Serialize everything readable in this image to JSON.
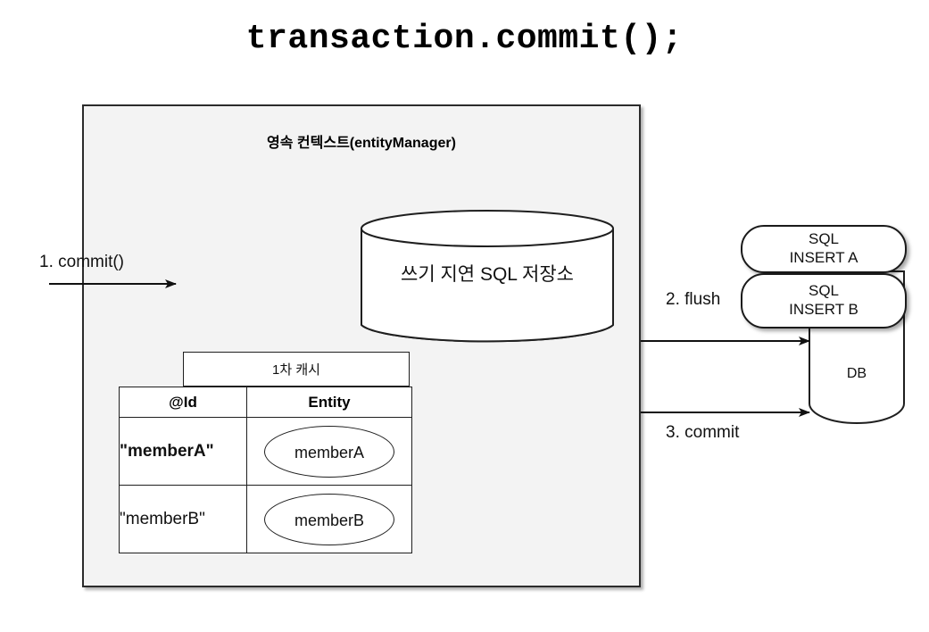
{
  "title": "transaction.commit();",
  "persistence_context": {
    "label": "영속 컨텍스트(entityManager)",
    "write_behind_store": {
      "label": "쓰기 지연 SQL 저장소"
    },
    "first_level_cache": {
      "caption": "1차 캐시",
      "columns": [
        "@Id",
        "Entity"
      ],
      "rows": [
        {
          "id": "\"memberA\"",
          "entity": "memberA",
          "emphasis": "bold"
        },
        {
          "id": "\"memberB\"",
          "entity": "memberB",
          "emphasis": "normal"
        }
      ]
    }
  },
  "database": {
    "label": "DB",
    "statements": [
      {
        "line1": "SQL",
        "line2": "INSERT A"
      },
      {
        "line1": "SQL",
        "line2": "INSERT B"
      }
    ]
  },
  "flow": {
    "steps": [
      {
        "label": "1. commit()"
      },
      {
        "label": "2. flush"
      },
      {
        "label": "3. commit"
      }
    ]
  },
  "colors": {
    "context_fill": "#f3f3f3",
    "stroke": "#1f1f1f",
    "shape_fill": "#ffffff",
    "page_background": "#ffffff"
  }
}
